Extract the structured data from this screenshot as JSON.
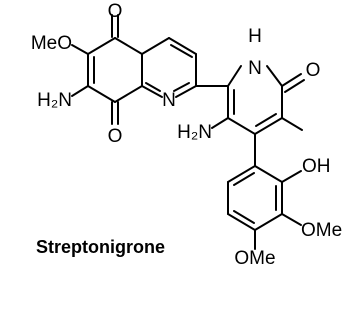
{
  "compound_name": "Streptonigrone",
  "labels": {
    "o_top": "O",
    "meo": "MeO",
    "h2n_left": "H₂N",
    "o_bottom": "O",
    "n_quinoline": "N",
    "h_nh": "H",
    "n_pyridone": "N",
    "o_pyridone": "O",
    "h2n_mid": "H₂N",
    "oh": "OH",
    "ome_right": "OMe",
    "ome_bottom": "OMe"
  }
}
